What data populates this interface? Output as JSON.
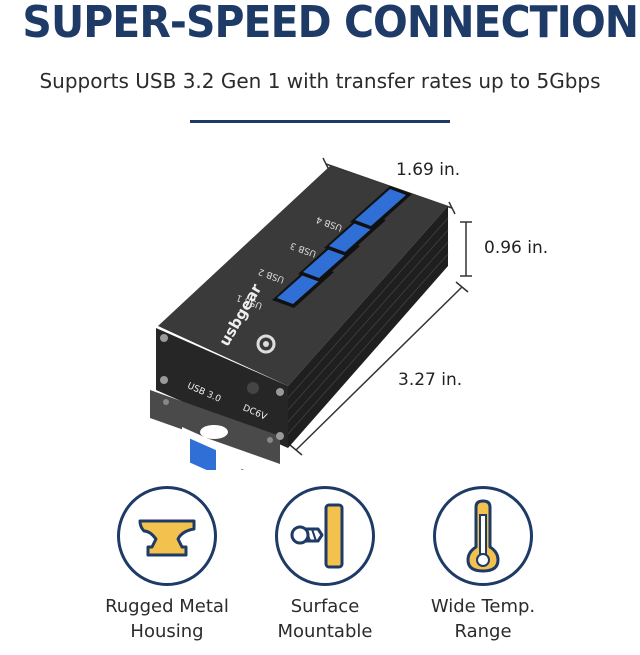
{
  "headline": "SUPER-SPEED CONNECTIONS",
  "subhead": "Supports USB 3.2 Gen 1 with transfer rates up to 5Gbps",
  "dimensions": {
    "width": "1.69 in.",
    "height": "0.96 in.",
    "length": "3.27 in."
  },
  "device": {
    "brand": "usbgear",
    "ports": [
      "USB 1",
      "USB 2",
      "USB 3",
      "USB 4"
    ],
    "input_label": "USB 3.0",
    "power_label": "DC6V"
  },
  "features": [
    {
      "icon": "anvil-icon",
      "line1": "Rugged Metal",
      "line2": "Housing"
    },
    {
      "icon": "wall-screw-icon",
      "line1": "Surface",
      "line2": "Mountable"
    },
    {
      "icon": "thermometer-icon",
      "line1": "Wide Temp.",
      "line2": "Range"
    }
  ],
  "colors": {
    "navy": "#1e3a66",
    "gold": "#f2c14e",
    "usb_blue": "#2f6fd6",
    "housing": "#2a2a2a"
  }
}
